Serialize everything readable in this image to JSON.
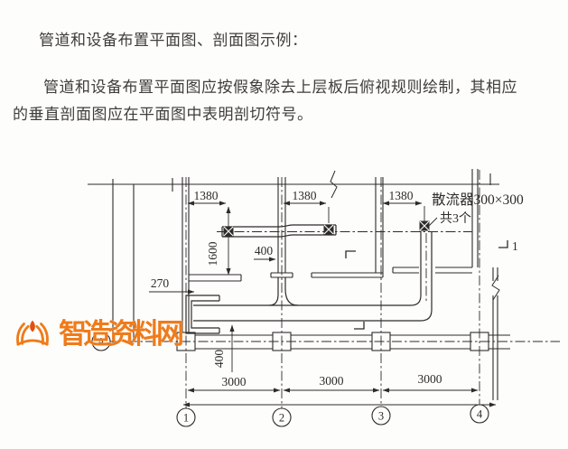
{
  "paragraphs": {
    "p1": "管道和设备布置平面图、剖面图示例：",
    "p2": "管道和设备布置平面图应按假象除去上层板后俯视规则绘制，其相应的垂直剖面图应在平面图中表明剖切符号。"
  },
  "watermark": {
    "text": "智造资料网",
    "color": "#ef7b1a",
    "flame_color": "#e2500e",
    "logo": "open-book-flame"
  },
  "drawing": {
    "diffuser_label": "散流器300×300",
    "diffuser_count": "共3个",
    "dims_top": [
      "1380",
      "1380",
      "1380"
    ],
    "dim_vertical": "1600",
    "dim_400_upper": "400",
    "dim_400_lower": "400",
    "dim_270": "270",
    "dims_bottom": [
      "3000",
      "3000",
      "3000"
    ],
    "grid_cols": [
      "1",
      "2",
      "3",
      "4"
    ],
    "grid_row": "A",
    "section_label": "1",
    "line_color": "#2d2b28"
  }
}
